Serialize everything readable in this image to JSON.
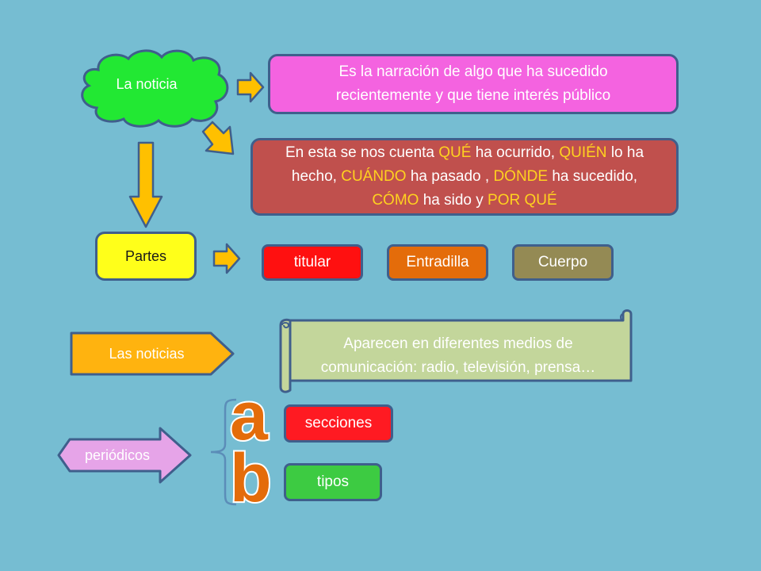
{
  "colors": {
    "background": "#76BDD2",
    "cloud_fill": "#22E833",
    "definition_fill": "#F463E0",
    "questions_fill": "#C0504D",
    "partes_fill": "#FFFF1A",
    "titular_fill": "#FF1010",
    "entradilla_fill": "#E46C0A",
    "cuerpo_fill": "#948A54",
    "las_noticias_fill": "#FFB30F",
    "scroll_fill": "#C3D69B",
    "periodicos_fill": "#E6A4E8",
    "secciones_fill": "#FF1A22",
    "tipos_fill": "#3DCB42",
    "letter_a_fill": "#E46C0A",
    "letter_b_fill": "#E46C0A",
    "arrow_fill": "#FFC000",
    "border": "#3F5F8C"
  },
  "cloud": {
    "label": "La noticia"
  },
  "definition": {
    "line1": "Es la narración de algo que ha sucedido",
    "line2": "recientemente y que tiene interés público"
  },
  "questions": {
    "p1": "En esta se nos cuenta ",
    "que": "QUÉ",
    "p2": " ha ocurrido, ",
    "quien": "QUIÉN",
    "p3": " lo ha",
    "p4": "hecho, ",
    "cuando": "CUÁNDO",
    "p5": " ha pasado , ",
    "donde": "DÓNDE",
    "p6": " ha sucedido,",
    "como": "CÓMO",
    "p7": " ha sido y ",
    "por_que": "POR QUÉ"
  },
  "partes": {
    "label": "Partes"
  },
  "parts": {
    "titular": "titular",
    "entradilla": "Entradilla",
    "cuerpo": "Cuerpo"
  },
  "las_noticias": {
    "label": "Las noticias"
  },
  "scroll": {
    "line1": "Aparecen en diferentes medios de",
    "line2": "comunicación: radio, televisión, prensa…"
  },
  "periodicos": {
    "label": "periódicos"
  },
  "letters": {
    "a": "a",
    "b": "b"
  },
  "sections": {
    "secciones": "secciones",
    "tipos": "tipos"
  },
  "icons": {
    "arrow_right_1": "arrow-right-icon",
    "arrow_diag": "arrow-down-right-icon",
    "arrow_down": "arrow-down-icon",
    "arrow_right_2": "arrow-right-icon",
    "brace": "curly-brace-icon"
  }
}
